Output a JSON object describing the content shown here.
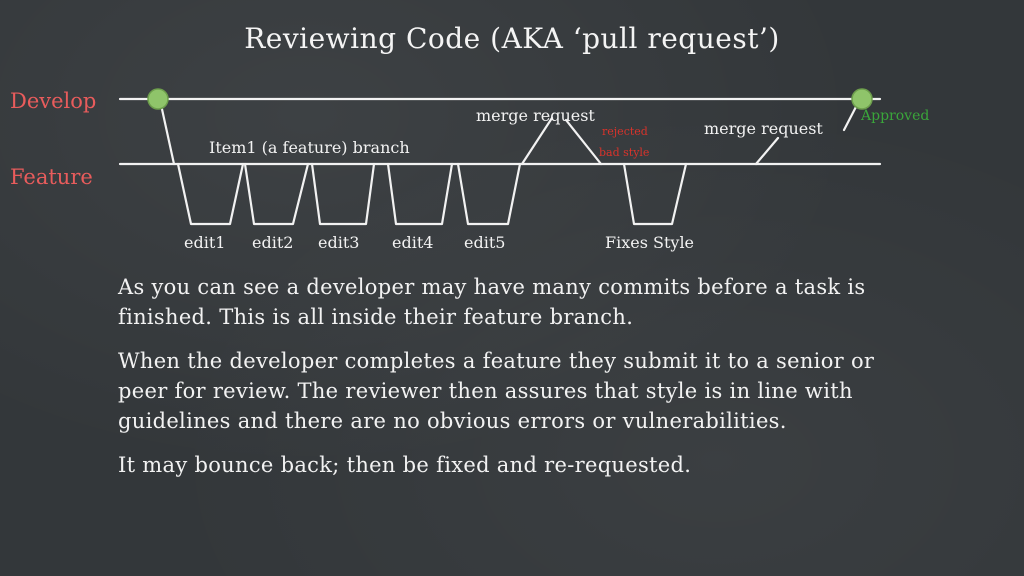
{
  "slide": {
    "title": "Reviewing Code (AKA ‘pull request’)",
    "branches": {
      "develop": "Develop",
      "feature": "Feature"
    },
    "branch_label": "Item1 (a feature) branch",
    "merge_request_1": "merge request",
    "merge_request_2": "merge request",
    "rejected_line1": "rejected",
    "rejected_line2": "bad style",
    "approved": "Approved",
    "edits": [
      "edit1",
      "edit2",
      "edit3",
      "edit4",
      "edit5"
    ],
    "fix_label": "Fixes Style",
    "paragraphs": [
      "As you can see a developer may have many commits before a task is finished. This is all inside their feature branch.",
      "When the developer completes a feature they submit it to a senior or peer for review. The reviewer then assures that style is in line with guidelines and there are no obvious errors or vulnerabilities.",
      "It may bounce back; then be fixed and re-requested."
    ]
  },
  "colors": {
    "background": "#33373a",
    "chalk": "#f2f2f2",
    "branch_label_red": "#e85c5c",
    "rejected_red": "#d9332b",
    "approved_green": "#3aa63a",
    "node_green": "#8fc46a"
  }
}
